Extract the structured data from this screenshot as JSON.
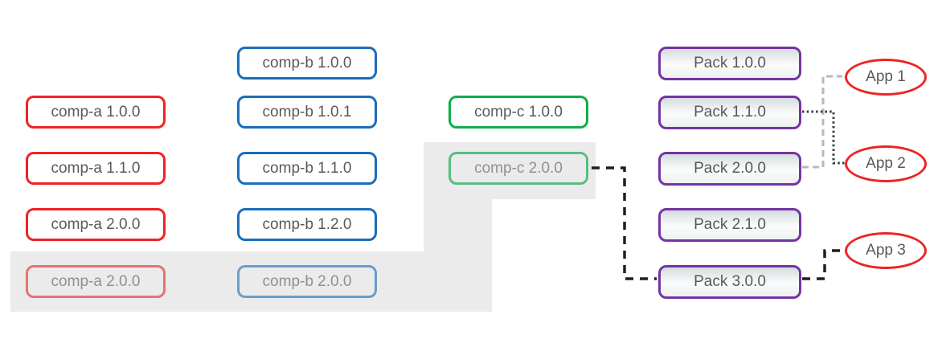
{
  "columns": {
    "comp_a": {
      "items": [
        {
          "label": "comp-a 1.0.0",
          "state": "normal"
        },
        {
          "label": "comp-a 1.1.0",
          "state": "normal"
        },
        {
          "label": "comp-a 2.0.0",
          "state": "normal"
        },
        {
          "label": "comp-a 2.0.0",
          "state": "faded"
        }
      ]
    },
    "comp_b": {
      "items": [
        {
          "label": "comp-b 1.0.0",
          "state": "normal"
        },
        {
          "label": "comp-b 1.0.1",
          "state": "normal"
        },
        {
          "label": "comp-b 1.1.0",
          "state": "normal"
        },
        {
          "label": "comp-b 1.2.0",
          "state": "normal"
        },
        {
          "label": "comp-b 2.0.0",
          "state": "faded"
        }
      ]
    },
    "comp_c": {
      "items": [
        {
          "label": "comp-c 1.0.0",
          "state": "normal"
        },
        {
          "label": "comp-c 2.0.0",
          "state": "faded"
        }
      ]
    },
    "packs": {
      "items": [
        {
          "label": "Pack 1.0.0"
        },
        {
          "label": "Pack 1.1.0"
        },
        {
          "label": "Pack 2.0.0"
        },
        {
          "label": "Pack 2.1.0"
        },
        {
          "label": "Pack 3.0.0"
        }
      ]
    },
    "apps": {
      "items": [
        {
          "label": "App 1"
        },
        {
          "label": "App 2"
        },
        {
          "label": "App 3"
        }
      ]
    }
  },
  "connections": [
    {
      "from": "Pack 2.0.0",
      "to": "App 1",
      "style": "dashed",
      "color": "#b8b8b8"
    },
    {
      "from": "Pack 1.1.0",
      "to": "App 2",
      "style": "dotted",
      "color": "#3c3c3c"
    },
    {
      "from": "comp-c 2.0.0",
      "to": "Pack 3.0.0",
      "style": "dashed",
      "color": "#1f1f1f"
    },
    {
      "from": "Pack 3.0.0",
      "to": "App 3",
      "style": "dashed",
      "color": "#1f1f1f"
    }
  ],
  "colors": {
    "comp_a_border": "#ee2424",
    "comp_a_faded_border": "#e87270",
    "comp_b_border": "#1a6eba",
    "comp_b_faded_border": "#6b9ccb",
    "comp_c_border": "#10ad4c",
    "comp_c_faded_border": "#58bd81",
    "pack_border": "#7434a4",
    "app_border": "#ee2424",
    "text": "#595959",
    "faded_text": "#8f9091",
    "highlight_region": "#ebebeb"
  }
}
